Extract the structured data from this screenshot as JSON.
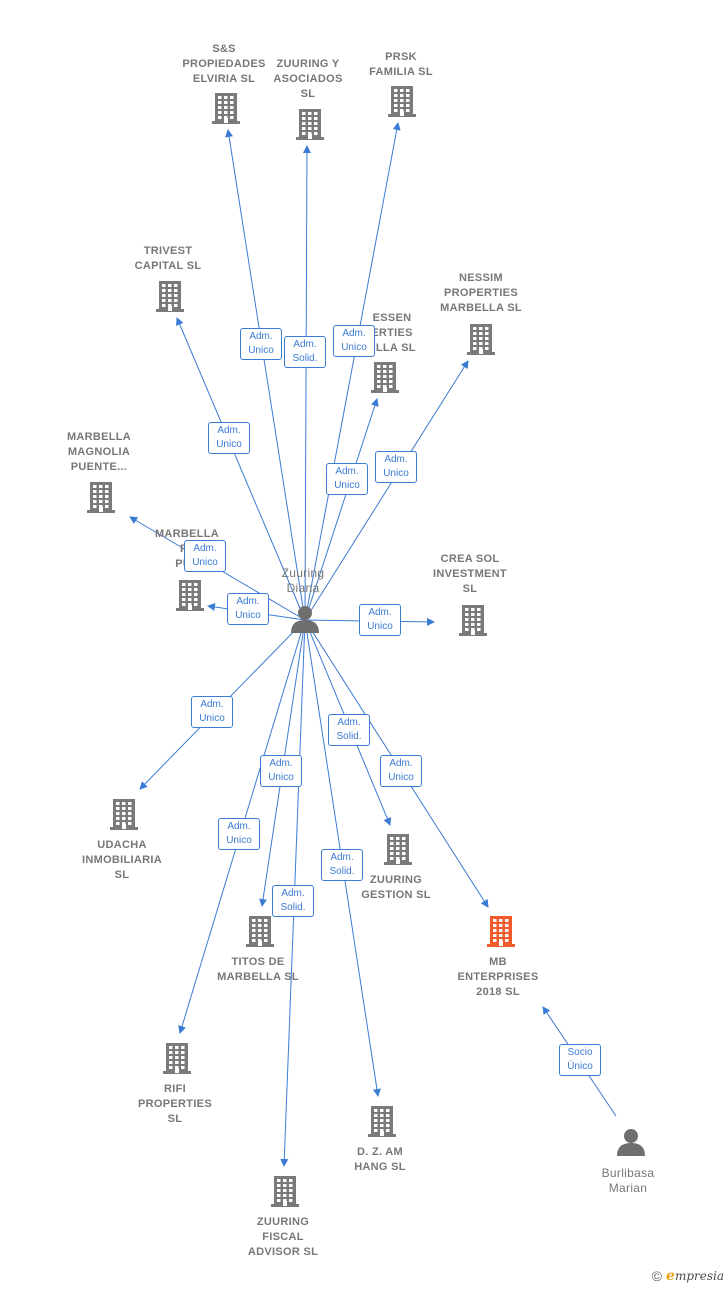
{
  "colors": {
    "edge": "#3b7bd4",
    "building": "#7a7a7a",
    "building_highlight": "#f05a28",
    "person": "#6e6e6e"
  },
  "center": {
    "label": "Zuuring\nDiana",
    "icon": "person-icon"
  },
  "nodes": [
    {
      "id": "sys",
      "label": "S&S\nPROPIEDADES\nELVIRIA  SL",
      "icon": "building-icon"
    },
    {
      "id": "zya",
      "label": "ZUURING Y\nASOCIADOS\nSL",
      "icon": "building-icon"
    },
    {
      "id": "prsk",
      "label": "PRSK\nFAMILIA  SL",
      "icon": "building-icon"
    },
    {
      "id": "trivest",
      "label": "TRIVEST\nCAPITAL  SL",
      "icon": "building-icon"
    },
    {
      "id": "essen",
      "label": "ESSEN\nERTIES\nELLA  SL",
      "icon": "building-icon"
    },
    {
      "id": "nessim",
      "label": "NESSIM\nPROPERTIES\nMARBELLA  SL",
      "icon": "building-icon"
    },
    {
      "id": "mmp",
      "label": "MARBELLA\nMAGNOLIA\nPUENTE...",
      "icon": "building-icon"
    },
    {
      "id": "mfp",
      "label": "MARBELLA\nFL\nPUE",
      "icon": "building-icon"
    },
    {
      "id": "crea",
      "label": "CREA SOL\nINVESTMENT\nSL",
      "icon": "building-icon"
    },
    {
      "id": "udacha",
      "label": "UDACHA\nINMOBILIARIA\nSL",
      "icon": "building-icon"
    },
    {
      "id": "zgest",
      "label": "ZUURING\nGESTION  SL",
      "icon": "building-icon"
    },
    {
      "id": "titos",
      "label": "TITOS DE\nMARBELLA  SL",
      "icon": "building-icon"
    },
    {
      "id": "mb",
      "label": "MB\nENTERPRISES\n2018  SL",
      "icon": "building-icon",
      "highlight": true
    },
    {
      "id": "rifi",
      "label": "RIFI\nPROPERTIES\nSL",
      "icon": "building-icon"
    },
    {
      "id": "dz",
      "label": "D. Z. AM\nHANG  SL",
      "icon": "building-icon"
    },
    {
      "id": "zfa",
      "label": "ZUURING\nFISCAL\nADVISOR  SL",
      "icon": "building-icon"
    },
    {
      "id": "burli",
      "label": "Burlibasa\nMarian",
      "icon": "person-icon",
      "person": true
    }
  ],
  "edges": [
    {
      "to": "sys",
      "label": "Adm.\nUnico"
    },
    {
      "to": "zya",
      "label": "Adm.\nSolid."
    },
    {
      "to": "prsk",
      "label": "Adm.\nUnico"
    },
    {
      "to": "trivest",
      "label": "Adm.\nUnico"
    },
    {
      "to": "essen",
      "label": "Adm.\nUnico"
    },
    {
      "to": "nessim",
      "label": "Adm.\nUnico"
    },
    {
      "to": "mmp",
      "label": "Adm.\nUnico"
    },
    {
      "to": "mfp",
      "label": "Adm.\nUnico"
    },
    {
      "to": "crea",
      "label": "Adm.\nUnico"
    },
    {
      "to": "udacha",
      "label": "Adm.\nUnico"
    },
    {
      "to": "zgest",
      "label": "Adm.\nSolid."
    },
    {
      "to": "titos",
      "label": "Adm.\nUnico"
    },
    {
      "to": "mb",
      "label": "Adm.\nUnico"
    },
    {
      "to": "rifi",
      "label": "Adm.\nUnico"
    },
    {
      "to": "dz",
      "label": "Adm.\nSolid."
    },
    {
      "to": "zfa",
      "label": "Adm.\nSolid."
    },
    {
      "from": "burli",
      "to": "mb",
      "label": "Socio\nÚnico"
    }
  ],
  "footer": {
    "copyright": "©",
    "brand_initial": "e",
    "brand_rest": "mpresia"
  }
}
